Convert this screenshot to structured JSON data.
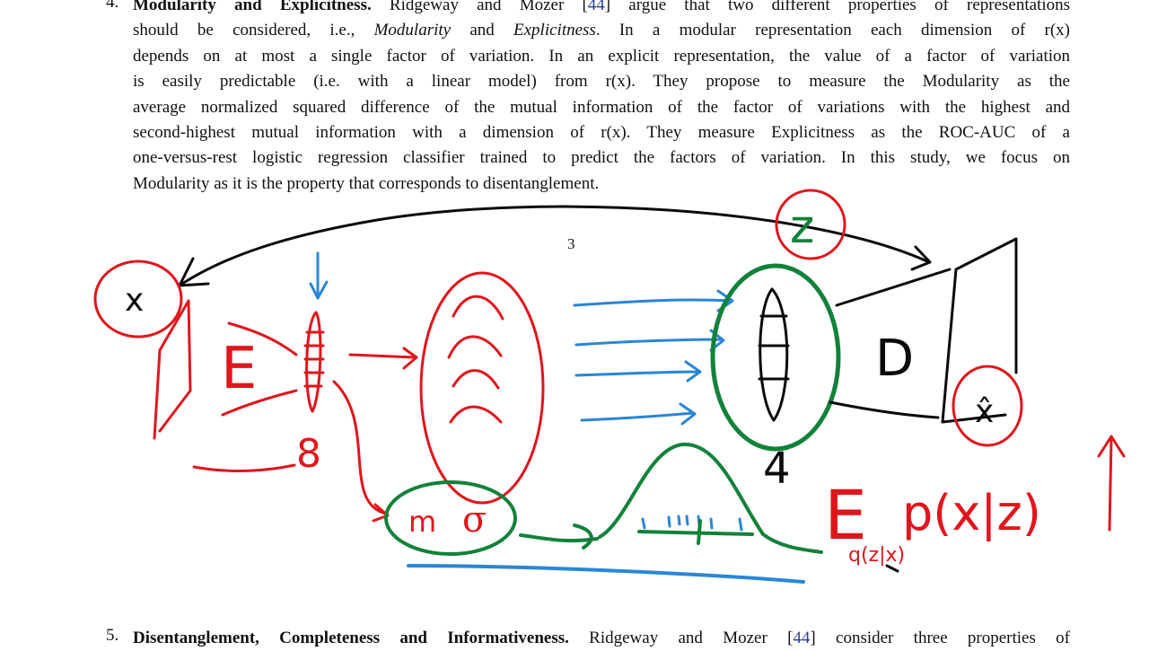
{
  "item4": {
    "number": "4.",
    "title": "Modularity and Explicitness.",
    "line1_rest_a": " Ridgeway and Mozer [",
    "cite": "44",
    "line1_rest_b": "] argue that two different properties of representations",
    "line2_a": "should be considered, i.e., ",
    "line2_mod": "Modularity",
    "line2_b": " and ",
    "line2_exp": "Explicitness",
    "line2_c": ". In a modular representation each dimension of r(x)",
    "line3": "depends on at most a single factor of variation. In an explicit representation, the value of a factor of variation",
    "line4": "is easily predictable (i.e. with a linear model) from r(x). They propose to measure the Modularity as the",
    "line5": "average normalized squared difference of the mutual information of the factor of variations with the highest and",
    "line6": "second-highest mutual information with a dimension of r(x). They measure Explicitness as the ROC-AUC of a",
    "line7": "one-versus-rest logistic regression classifier trained to predict the factors of variation. In this study, we focus on",
    "line8": "Modularity as it is the property that corresponds to disentanglement."
  },
  "page_number": "3",
  "item5": {
    "number": "5.",
    "title": "Disentanglement, Completeness and Informativeness.",
    "rest_a": " Ridgeway and Mozer [",
    "cite": "44",
    "rest_b": "] consider three properties of"
  },
  "annotations": {
    "x_label": "x",
    "encoder_label": "E",
    "encoder_size": "8",
    "mean_label": "m",
    "sigma_label": "σ",
    "latent_label": "z",
    "latent_size": "4",
    "decoder_label": "D",
    "recon_label": "x̂",
    "objective_E": "E",
    "objective_sub": "q(z|x)",
    "objective_body": "p(x|z)"
  },
  "colors": {
    "red": "#e0161c",
    "blue": "#2a86d6",
    "green": "#12823a",
    "black": "#0b0b0b",
    "cite": "#2b3d9a"
  }
}
